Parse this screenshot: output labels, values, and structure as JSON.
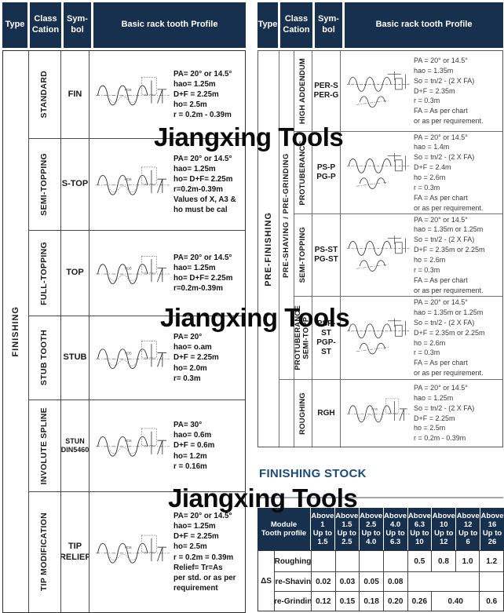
{
  "watermark": {
    "text": "Jiangxing Tools"
  },
  "colors": {
    "header_bg": "#16304e",
    "accent_blue": "#1b4a7b"
  },
  "headers": {
    "type": "Type",
    "class": "Class\nCation",
    "symbol": "Sym-\nbol",
    "profile": "Basic rack tooth Profile"
  },
  "diagram": {
    "hob_label": "HOB"
  },
  "left_table": {
    "type_label": "FINISHING",
    "rows": [
      {
        "class": "STANDARD",
        "symbol": "FIN",
        "specs": "PA= 20° or 14.5°\nhao= 1.25m\nD+F = 2.25m\nho= 2.5m\nr = 0.2m - 0.39m"
      },
      {
        "class": "SEMI-TOPPING",
        "symbol": "S-TOP",
        "specs": "PA= 20° or 14.5°\nhao= 1.25m\nho= D+F= 2.25m\nr=0.2m-0.39m\nValues of X, A3 &\nho must be cal"
      },
      {
        "class": "FULL-TOPPING",
        "symbol": "TOP",
        "specs": "PA= 20° or 14.5°\nhao= 1.25m\nho= D+F= 2.25m\nr=0.2m-0.39m"
      },
      {
        "class": "STUB TOOTH",
        "symbol": "STUB",
        "specs": "PA= 20°\nhao= o.am\nD+F = 2.25m\nho= 2.0m\nr= 0.3m"
      },
      {
        "class": "INVOLUTE SPLINE",
        "symbol": "STUN\nDIN5460",
        "specs": "PA= 30°\nhao= 0.6m\nD+F = 0.6m\nho= 1.2m\nr = 0.16m"
      },
      {
        "class": "TIP MODIFICATION",
        "symbol": "TIP\nRELIEF",
        "specs": "PA= 20° or 14.5°\nhao= 1.25m\nD+F = 2.25m\nho= 2.5m\nr = 0.2m = 0.39m\nRelief= Tr=As\nper std. or as per\nrequirement"
      }
    ]
  },
  "right_table": {
    "type_label": "PRE-FINISHING",
    "subtype_label": "PRE-SHAVING / PRE-GRINDING",
    "rows": [
      {
        "class": "HIGH ADDENDUM",
        "symbol": "PER-S\nPER-G",
        "specs": "PA = 20° or 14.5°\nhao = 1.35m\nSo = tn/2 - (2 X FA)\nD+F = 2.35m\nr = 0.3m\nFA = As per chart\nor as per requirement."
      },
      {
        "class": "PROTUBERANCE",
        "symbol": "PS-P\nPG-P",
        "specs": "PA = 20° or 14.5°\nhao = 1.4m\nSo = tn/2 - (2 X FA)\nD+F = 2.4m\nho = 2.6m\nr = 0.3m\nFA = As per chart\nor as per requirement."
      },
      {
        "class": "SEMI-TOPPING",
        "symbol": "PS-ST\nPG-ST",
        "specs": "PA = 20° or 14.5°\nhao = 1.35m or 1.25m\nSo = tn/2 - (2 X FA)\nD+F = 2.35m or 2.25m\nho = 2.6m\nr = 0.3m\nFA = As per chart\nor as per requirement."
      },
      {
        "class": "PROTUBERANCE\nSEMI-TOPP",
        "symbol": "PSP-ST\nPGP-ST",
        "specs": "PA = 20° or 14.5°\nhao = 1.35m or 1.25m\nSo = tn/2 - (2 X FA)\nD+F = 2.35m or 2.25m\nho = 2.6m\nr = 0.3m\nFA = As per chart\nor as per requirement."
      },
      {
        "class": "ROUGHING",
        "symbol": "RGH",
        "specs": "PA = 20° or 14.5°\nhao = 1.25m\nSo = tn/2 - (2 X FA)\nD+F = 2.25m\nho = 2.5m\nr = 0.2m - 0.39m"
      }
    ]
  },
  "finishing_stock": {
    "title": "FINISHING STOCK",
    "corner": "Module\nTooth profile",
    "columns": [
      "Above\n1\nUp to\n1.5",
      "Above\n1.5\nUp to\n2.5",
      "Above\n2.5\nUp to\n4.0",
      "Above\n4.0\nUp to\n6.3",
      "Above\n6.3\nUp to\n10",
      "Above\n10\nUp to\n12",
      "Above\n12\nUp to\n6",
      "Above\n16\nUp to\n26"
    ],
    "group_label": "ΔS",
    "rows": [
      {
        "label": "Roughing",
        "values": [
          "",
          "",
          "",
          "",
          "0.5",
          "0.8",
          "1.0",
          "1.2"
        ]
      },
      {
        "label": "Pre-Shaving",
        "values": [
          "0.02",
          "0.03",
          "0.05",
          "0.08",
          "",
          "",
          "",
          ""
        ]
      },
      {
        "label": "Pre-Grinding",
        "values": [
          "0.12",
          "0.15",
          "0.18",
          "0.20",
          "0.26",
          "0.40",
          "0.6"
        ]
      }
    ]
  }
}
